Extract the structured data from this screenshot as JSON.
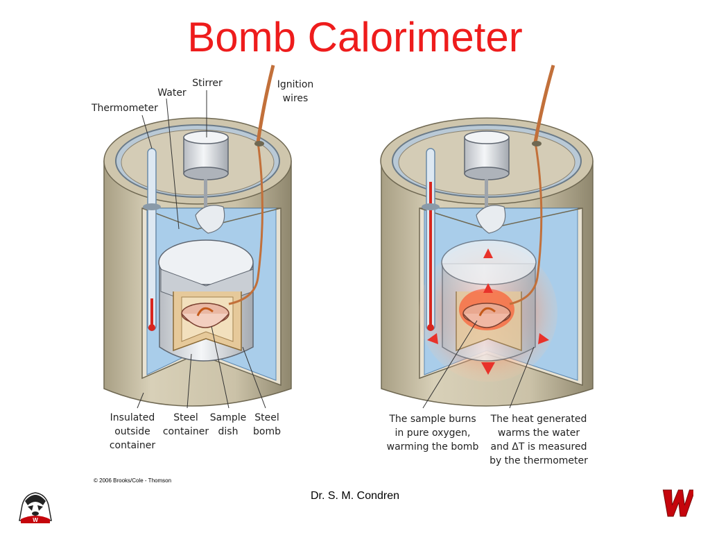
{
  "title": "Bomb Calorimeter",
  "labels": {
    "thermometer": "Thermometer",
    "water": "Water",
    "stirrer": "Stirrer",
    "ignition_wires": "Ignition\nwires",
    "insulated_outside_container": "Insulated\noutside\ncontainer",
    "steel_container": "Steel\ncontainer",
    "sample_dish": "Sample\ndish",
    "steel_bomb": "Steel\nbomb",
    "sample_burns": "The sample burns\nin pure oxygen,\nwarming the bomb",
    "heat_generated": "The heat generated\nwarms the water\nand ΔT is measured\nby the thermometer"
  },
  "copyright": "© 2006 Brooks/Cole - Thomson",
  "footer": {
    "author": "Dr. S. M. Condren"
  },
  "colors": {
    "title": "#ee1c1c",
    "outer_shell": "#cdc4ab",
    "water": "#a9cdea",
    "heat": "#e8322a",
    "wire": "#c2703a",
    "logo_red": "#c5050c"
  },
  "icons": {
    "left_logo": "badger-mascot-icon",
    "right_logo": "w-logo-icon"
  }
}
